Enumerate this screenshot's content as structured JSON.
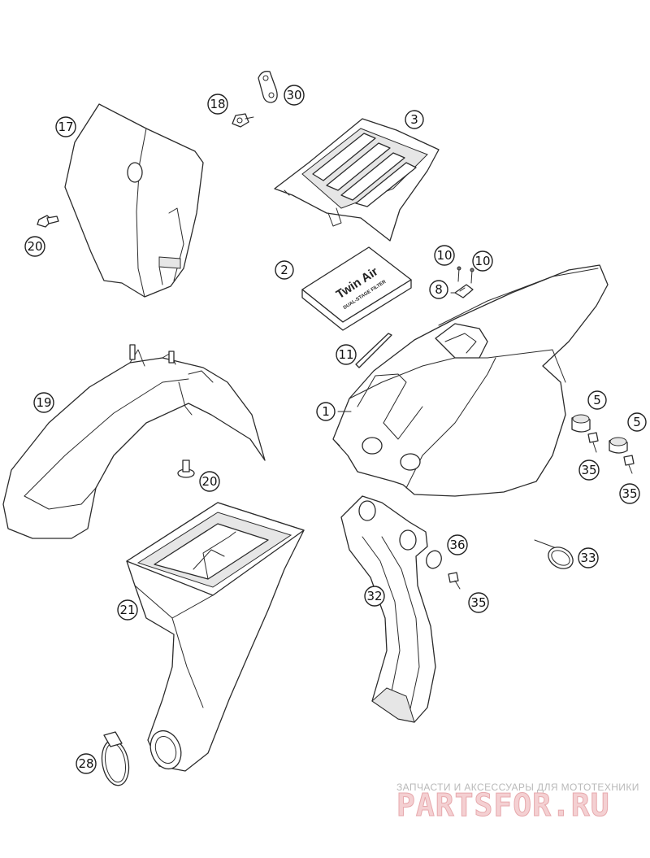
{
  "labels": {
    "l1": "1",
    "l2": "2",
    "l3": "3",
    "l5a": "5",
    "l5b": "5",
    "l8": "8",
    "l10a": "10",
    "l10b": "10",
    "l11": "11",
    "l17": "17",
    "l18": "18",
    "l19": "19",
    "l20a": "20",
    "l20b": "20",
    "l21": "21",
    "l28": "28",
    "l30": "30",
    "l32": "32",
    "l33": "33",
    "l35a": "35",
    "l35b": "35",
    "l35c": "35",
    "l36": "36"
  },
  "filter_box": {
    "brand": "Twin Air",
    "subtitle": "DUAL-STAGE FILTER"
  },
  "watermark": {
    "tagline": "ЗАПЧАСТИ И АКСЕССУАРЫ ДЛЯ МОТОТЕХНИКИ",
    "brand": "PARTSFOR.RU"
  }
}
